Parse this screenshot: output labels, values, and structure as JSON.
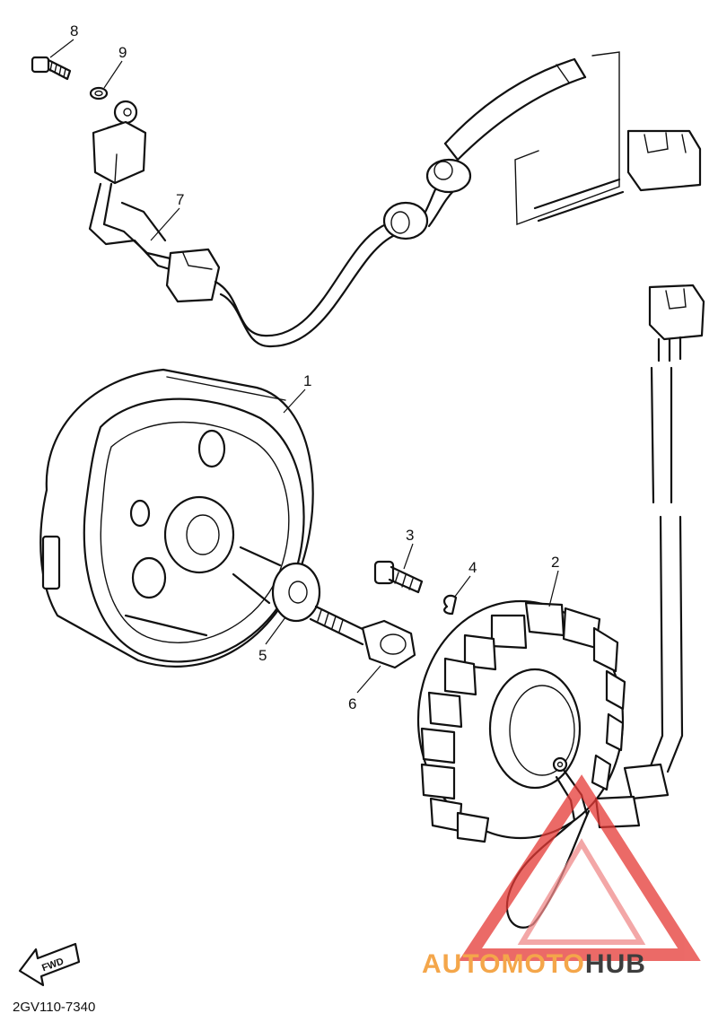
{
  "callouts": [
    "1",
    "2",
    "3",
    "4",
    "5",
    "6",
    "7",
    "8",
    "9"
  ],
  "fwd_label": "FWD",
  "part_code": "2GV110-7340",
  "watermark": {
    "part_a": "AUTOMOTO",
    "part_b": "HUB",
    "color_a": "#f4a64a",
    "color_b": "#3d3d3d",
    "logo_color": "#e53935"
  }
}
